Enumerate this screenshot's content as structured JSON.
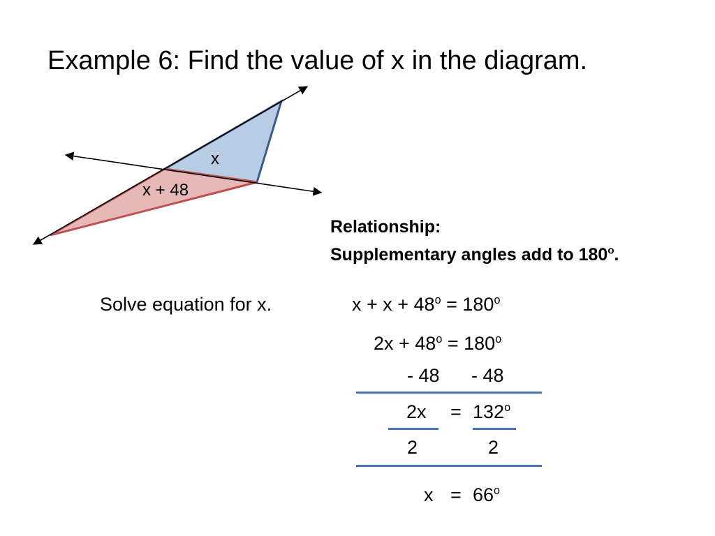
{
  "title": "Example 6:  Find the value of x in the diagram.",
  "diagram": {
    "angle_top": "x",
    "angle_bottom": "x + 48",
    "colors": {
      "blue_fill": "#b8cce4",
      "blue_stroke": "#3a5a8c",
      "red_fill": "#e6b9b8",
      "red_stroke": "#c0504d",
      "line": "#000000"
    }
  },
  "relationship": {
    "heading": "Relationship:",
    "text": "Supplementary angles add to 180",
    "degree": "o",
    "end": "."
  },
  "instruction": "Solve equation for x.",
  "steps": {
    "s1_left": "x + x + 48",
    "s1_deg": "o",
    "s1_right": "= 180",
    "s1_rdeg": "o",
    "s2_left": "2x + 48",
    "s2_deg": "o",
    "s2_right": "= 180",
    "s2_rdeg": "o",
    "s3_left": "- 48",
    "s3_right": "- 48",
    "s4_left": "2x",
    "s4_eq": "=",
    "s4_right": "132",
    "s4_rdeg": "o",
    "s5_left": "2",
    "s5_right": "2",
    "s6_left": "x",
    "s6_eq": "=",
    "s6_right": "66",
    "s6_rdeg": "o"
  },
  "rule_color": "#4a76b8"
}
